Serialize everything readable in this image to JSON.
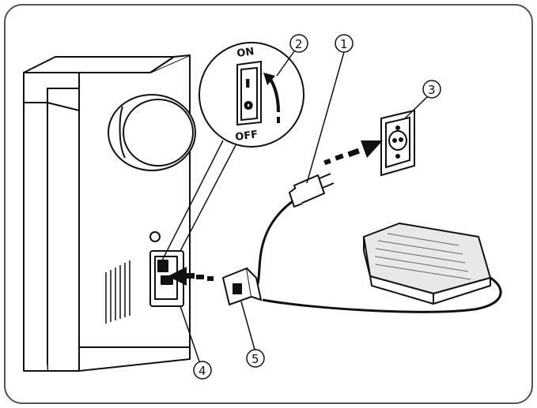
{
  "diagram": {
    "callouts": [
      {
        "id": "c1",
        "label": "1"
      },
      {
        "id": "c2",
        "label": "2"
      },
      {
        "id": "c3",
        "label": "3"
      },
      {
        "id": "c4",
        "label": "4"
      },
      {
        "id": "c5",
        "label": "5"
      }
    ],
    "switch_labels": {
      "on": "ON",
      "off": "OFF",
      "on_symbol": "I",
      "off_symbol": "O"
    }
  },
  "colors": {
    "ink": "#111111",
    "frame": "#555555",
    "pedal_body": "#e8e8e8",
    "background": "#ffffff"
  }
}
